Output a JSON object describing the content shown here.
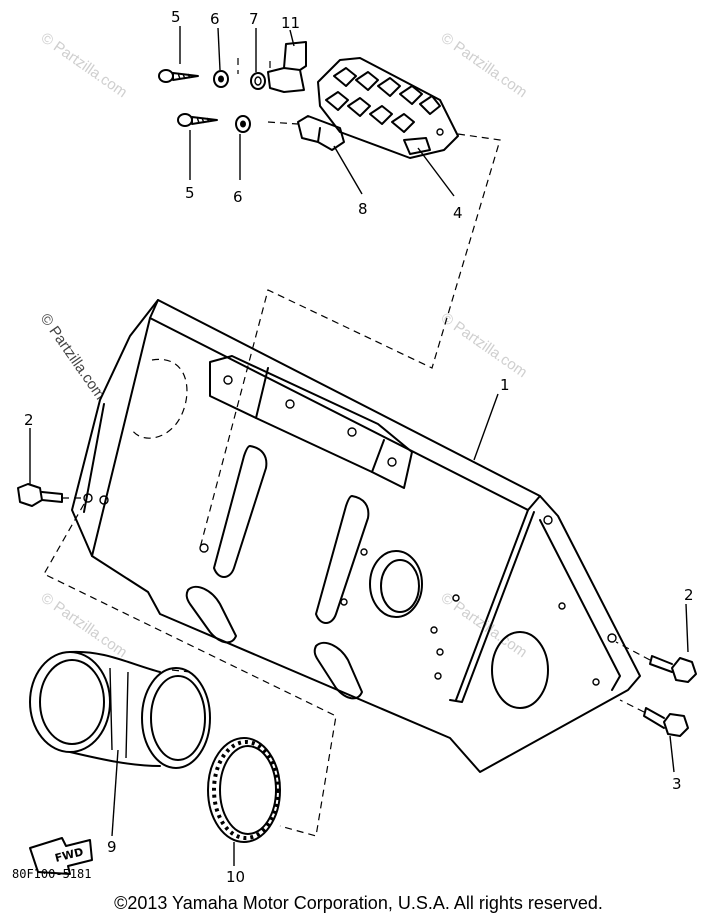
{
  "callouts": {
    "p1": "1",
    "p2_left": "2",
    "p2_right": "2",
    "p3": "3",
    "p4": "4",
    "p5_top": "5",
    "p5_bottom": "5",
    "p6_top": "6",
    "p6_bottom": "6",
    "p7": "7",
    "p8": "8",
    "p9": "9",
    "p10": "10",
    "p11": "11"
  },
  "watermark": "© Partzilla.com",
  "diagram_code": "80F100-5181",
  "fwd_label": "FWD",
  "copyright": "©2013 Yamaha Motor Corporation, U.S.A. All rights reserved."
}
